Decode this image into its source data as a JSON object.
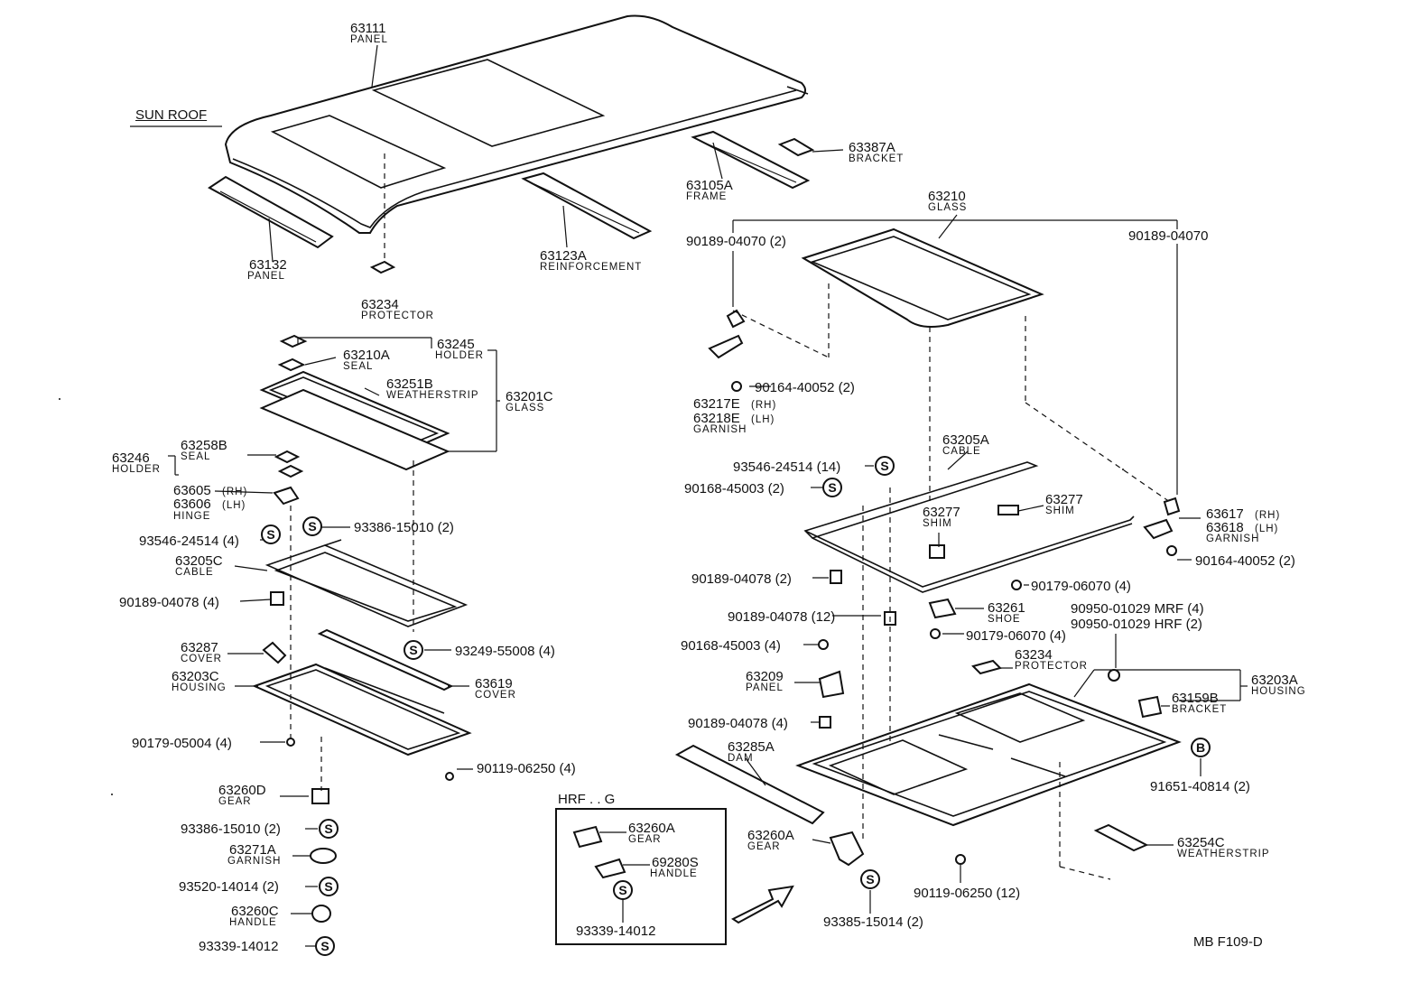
{
  "title": "SUN ROOF",
  "variant_box_title": "HRF . . G",
  "diagram_code": "MB F109-D",
  "symbols": {
    "s": "S",
    "b": "B"
  },
  "labels": {
    "p63111": {
      "num": "63111",
      "name": "PANEL"
    },
    "p63132": {
      "num": "63132",
      "name": "PANEL"
    },
    "p63234a": {
      "num": "63234",
      "name": "PROTECTOR"
    },
    "p63123a": {
      "num": "63123A",
      "name": "REINFORCEMENT"
    },
    "p63105a": {
      "num": "63105A",
      "name": "FRAME"
    },
    "p63387a": {
      "num": "63387A",
      "name": "BRACKET"
    },
    "p63210": {
      "num": "63210",
      "name": "GLASS"
    },
    "p90189_04070_2": {
      "num": "90189-04070 (2)"
    },
    "p90189_04070": {
      "num": "90189-04070"
    },
    "p90164_40052_2a": {
      "num": "90164-40052 (2)"
    },
    "p63217e": {
      "num": "63217E",
      "tag": "(RH)"
    },
    "p63218e": {
      "num": "63218E",
      "tag": "(LH)",
      "name": "GARNISH"
    },
    "p63245": {
      "num": "63245",
      "name": "HOLDER"
    },
    "p63210a": {
      "num": "63210A",
      "name": "SEAL"
    },
    "p63251b": {
      "num": "63251B",
      "name": "WEATHERSTRIP"
    },
    "p63201c": {
      "num": "63201C",
      "name": "GLASS"
    },
    "p63246": {
      "num": "63246",
      "name": "HOLDER"
    },
    "p63258b": {
      "num": "63258B",
      "name": "SEAL"
    },
    "p63605": {
      "num": "63605",
      "tag": "(RH)"
    },
    "p63606": {
      "num": "63606",
      "tag": "(LH)",
      "name": "HINGE"
    },
    "p93386_15010_2a": {
      "num": "93386-15010 (2)"
    },
    "p93546_24514_4": {
      "num": "93546-24514 (4)"
    },
    "p63205c": {
      "num": "63205C",
      "name": "CABLE"
    },
    "p90189_04078_4a": {
      "num": "90189-04078 (4)"
    },
    "p93249_55008_4": {
      "num": "93249-55008 (4)"
    },
    "p63287": {
      "num": "63287",
      "name": "COVER"
    },
    "p63203c": {
      "num": "63203C",
      "name": "HOUSING"
    },
    "p63619": {
      "num": "63619",
      "name": "COVER"
    },
    "p90179_05004_4": {
      "num": "90179-05004 (4)"
    },
    "p90119_06250_4": {
      "num": "90119-06250 (4)"
    },
    "p63260d": {
      "num": "63260D",
      "name": "GEAR"
    },
    "p93386_15010_2b": {
      "num": "93386-15010 (2)"
    },
    "p63271a": {
      "num": "63271A",
      "name": "GARNISH"
    },
    "p93520_14014_2": {
      "num": "93520-14014 (2)"
    },
    "p63260c": {
      "num": "63260C",
      "name": "HANDLE"
    },
    "p93339_14012a": {
      "num": "93339-14012"
    },
    "p63260a_box": {
      "num": "63260A",
      "name": "GEAR"
    },
    "p69280s": {
      "num": "69280S",
      "name": "HANDLE"
    },
    "p93339_14012b": {
      "num": "93339-14012"
    },
    "p63205a": {
      "num": "63205A",
      "name": "CABLE"
    },
    "p93546_24514_14": {
      "num": "93546-24514 (14)"
    },
    "p90168_45003_2": {
      "num": "90168-45003 (2)"
    },
    "p63277a": {
      "num": "63277",
      "name": "SHIM"
    },
    "p63277b": {
      "num": "63277",
      "name": "SHIM"
    },
    "p63617": {
      "num": "63617",
      "tag": "(RH)"
    },
    "p63618": {
      "num": "63618",
      "tag": "(LH)",
      "name": "GARNISH"
    },
    "p90164_40052_2b": {
      "num": "90164-40052 (2)"
    },
    "p90189_04078_2": {
      "num": "90189-04078 (2)"
    },
    "p90179_06070_4a": {
      "num": "90179-06070 (4)"
    },
    "p90189_04078_12": {
      "num": "90189-04078 (12)"
    },
    "p63261": {
      "num": "63261",
      "name": "SHOE"
    },
    "p90950_mrf": {
      "num": "90950-01029 MRF (4)"
    },
    "p90950_hrf": {
      "num": "90950-01029 HRF (2)"
    },
    "p90179_06070_4b": {
      "num": "90179-06070 (4)"
    },
    "p90168_45003_4": {
      "num": "90168-45003 (4)"
    },
    "p63234b": {
      "num": "63234",
      "name": "PROTECTOR"
    },
    "p63209": {
      "num": "63209",
      "name": "PANEL"
    },
    "p63203a": {
      "num": "63203A",
      "name": "HOUSING"
    },
    "p63159b": {
      "num": "63159B",
      "name": "BRACKET"
    },
    "p90189_04078_4b": {
      "num": "90189-04078 (4)"
    },
    "p63285a": {
      "num": "63285A",
      "name": "DAM"
    },
    "p91651_40814_2": {
      "num": "91651-40814 (2)"
    },
    "p63260a": {
      "num": "63260A",
      "name": "GEAR"
    },
    "p63254c": {
      "num": "63254C",
      "name": "WEATHERSTRIP"
    },
    "p90119_06250_12": {
      "num": "90119-06250 (12)"
    },
    "p93385_15014_2": {
      "num": "93385-15014 (2)"
    }
  }
}
